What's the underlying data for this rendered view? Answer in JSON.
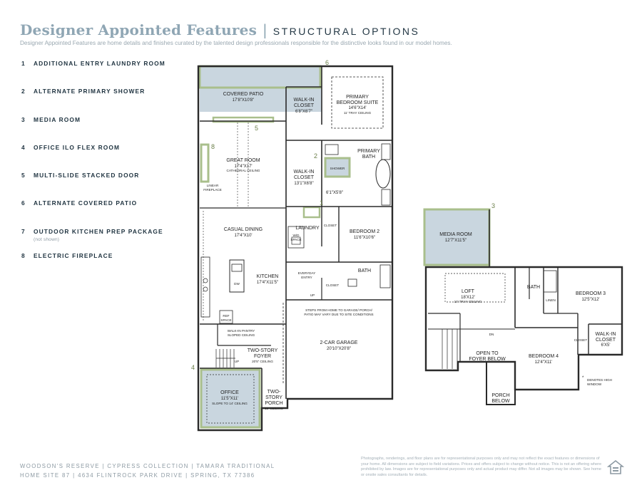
{
  "header": {
    "title": "Designer Appointed Features",
    "separator": "|",
    "section": "STRUCTURAL OPTIONS",
    "subtitle": "Designer Appointed Features are home details and finishes curated by the talented design professionals responsible for the distinctive looks found in our model homes."
  },
  "features": [
    {
      "num": "1",
      "label": "ADDITIONAL ENTRY LAUNDRY ROOM"
    },
    {
      "num": "2",
      "label": "ALTERNATE PRIMARY SHOWER"
    },
    {
      "num": "3",
      "label": "MEDIA ROOM"
    },
    {
      "num": "4",
      "label": "OFFICE ILO FLEX ROOM"
    },
    {
      "num": "5",
      "label": "MULTI-SLIDE STACKED DOOR"
    },
    {
      "num": "6",
      "label": "ALTERNATE COVERED PATIO"
    },
    {
      "num": "7",
      "label": "OUTDOOR KITCHEN PREP PACKAGE",
      "note": "(not shown)"
    },
    {
      "num": "8",
      "label": "ELECTRIC FIREPLACE"
    }
  ],
  "rooms": {
    "covered_patio": {
      "name": "COVERED PATIO",
      "dims": "17'8\"X10'8\""
    },
    "walkin_closet_1": {
      "name1": "WALK-IN",
      "name2": "CLOSET",
      "dims": "6'8\"X6'7\""
    },
    "primary_suite": {
      "name1": "PRIMARY",
      "name2": "BEDROOM SUITE",
      "dims": "14'6\"X14'",
      "note": "11' TRAY CEILING"
    },
    "great_room": {
      "name": "GREAT ROOM",
      "dims": "17'4\"X17'",
      "note": "CATHEDRAL CEILING"
    },
    "primary_bath": {
      "name1": "PRIMARY",
      "name2": "BATH"
    },
    "shower": "SHOWER",
    "walkin_closet_2": {
      "name1": "WALK-IN",
      "name2": "CLOSET",
      "dims": "13'1\"X6'8\""
    },
    "alcove_dims": "6'1\"X5'8\"",
    "linear_fireplace": {
      "l1": "LINEAR",
      "l2": "FIREPLACE"
    },
    "casual_dining": {
      "name": "CASUAL DINING",
      "dims": "17'4\"X10'"
    },
    "laundry": "LAUNDRY",
    "closet": "CLOSET",
    "wd_space": {
      "l1": "W/D",
      "l2": "SPACE"
    },
    "bedroom_2": {
      "name": "BEDROOM 2",
      "dims": "11'6\"X10'6\""
    },
    "everyday_entry": {
      "l1": "EVERYDAY",
      "l2": "ENTRY"
    },
    "bath": "BATH",
    "kitchen": {
      "name": "KITCHEN",
      "dims": "17'4\"X11'5\""
    },
    "dw": "DW",
    "up": "UP",
    "ref_space": {
      "l1": "REF",
      "l2": "SPACE"
    },
    "walkin_pantry": {
      "l1": "WALK-IN PANTRY",
      "l2": "SLOPED CEILING"
    },
    "garage_note": {
      "l1": "STEPS FROM HOME TO GARAGE/ PORCH/",
      "l2": "PATIO MAY VARY DUE TO SITE CONDITIONS"
    },
    "garage": {
      "name": "2-CAR GARAGE",
      "dims": "20'10\"X20'8\""
    },
    "foyer": {
      "name1": "TWO-STORY",
      "name2": "FOYER",
      "note": "20'5\" CEILING"
    },
    "office": {
      "name": "OFFICE",
      "dims": "11'5\"X11'",
      "note": "SLOPE TO 14' CEILING"
    },
    "porch": {
      "name1": "TWO-",
      "name2": "STORY",
      "name3": "PORCH",
      "note": "19' CEILING"
    },
    "media_room": {
      "name": "MEDIA ROOM",
      "dims": "12'7\"X11'5\""
    },
    "loft": {
      "name": "LOFT",
      "dims": "18'X12'",
      "note": "10' TRAY CEILING"
    },
    "bath_up": "BATH",
    "linen": "LINEN",
    "bedroom_3": {
      "name": "BEDROOM 3",
      "dims": "12'5\"X12'"
    },
    "dn": "DN",
    "open_foyer": {
      "l1": "OPEN TO",
      "l2": "FOYER BELOW"
    },
    "bedroom_4": {
      "name": "BEDROOM 4",
      "dims": "12'4\"X11'"
    },
    "walkin_closet_3": {
      "name1": "WALK-IN",
      "name2": "CLOSET",
      "dims": "6'X5'"
    },
    "closet_up": "CLOSET",
    "high_window": {
      "star": "*",
      "l1": "DENOTES HIGH",
      "l2": "WINDOW"
    },
    "porch_below": {
      "l1": "PORCH",
      "l2": "BELOW"
    }
  },
  "footer": {
    "line1": "WOODSON'S RESERVE | CYPRESS COLLECTION | TAMARA TRADITIONAL",
    "line2": "HOME SITE 87 | 4634 FLINTROCK PARK DRIVE | SPRING, TX 77386",
    "disclaimer": "Photographs, renderings, and floor plans are for representational purposes only and may not reflect the exact features or dimensions of your home. All dimensions are subject to field variations. Prices and offers subject to change without notice. This is not an offering where prohibited by law. Images are for representational purposes only and actual product may differ. Not all images may be shown. See home or onsite sales consultants for details."
  },
  "colors": {
    "accent_green": "#a9bf8c",
    "option_fill": "#c9d6df",
    "wall": "#2a2a2a",
    "title_blue": "#8fa6b4"
  },
  "icons": {
    "equal_housing": "equal-housing-icon",
    "stair": "stair-icon",
    "tub": "tub-icon"
  }
}
